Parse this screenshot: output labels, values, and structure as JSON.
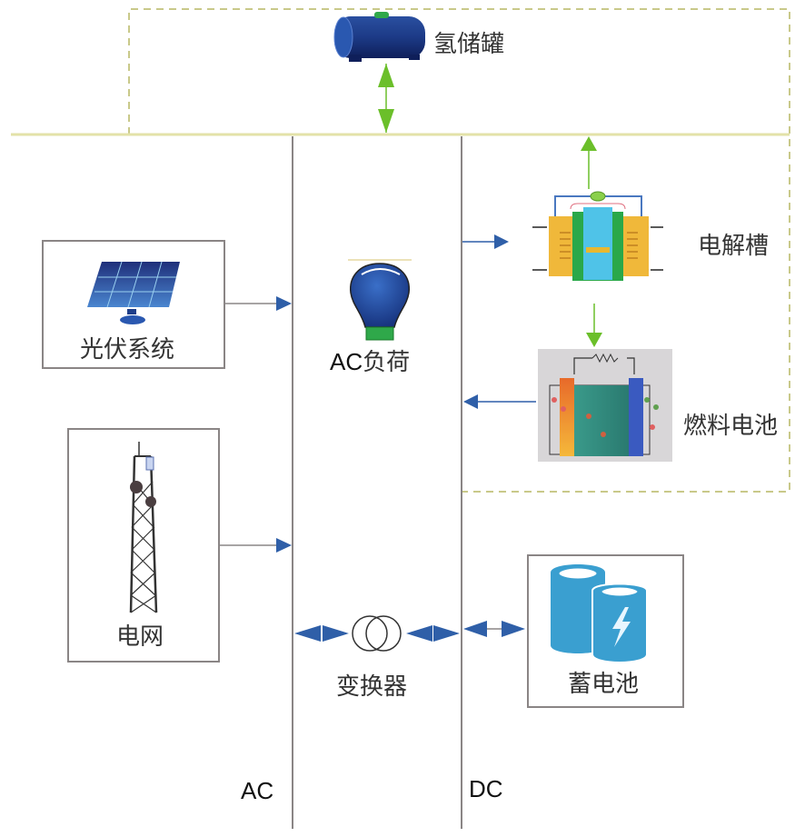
{
  "title": "风光储氢微电网系统结构",
  "colors": {
    "bus_line": "#8a8585",
    "hydrogen_line": "#e3e2a8",
    "hydrogen_dash": "#c9c98a",
    "green_arrow": "#6bbf2a",
    "blue_arrow": "#2f5fa8",
    "tank_blue": "#1f3f8a",
    "battery_blue": "#3a9fd0",
    "electrolyzer_orange": "#f0b83a",
    "electrolyzer_green": "#2aa84a",
    "electrolyzer_cyan": "#4fc3e8"
  },
  "buses": {
    "ac_label": "AC",
    "dc_label": "DC"
  },
  "components": {
    "hydrogen_tank": {
      "label": "氢储罐",
      "icon": "hydrogen-tank-icon"
    },
    "electrolyzer": {
      "label": "电解槽",
      "icon": "electrolyzer-icon"
    },
    "fuel_cell": {
      "label": "燃料电池",
      "icon": "fuel-cell-icon"
    },
    "pv_system": {
      "label": "光伏系统",
      "icon": "solar-panel-icon"
    },
    "ac_load": {
      "label_prefix": "AC",
      "label_suffix": "负荷",
      "icon": "light-bulb-icon"
    },
    "grid": {
      "label": "电网",
      "icon": "transmission-tower-icon"
    },
    "converter": {
      "label": "变换器",
      "icon": "transformer-icon"
    },
    "battery": {
      "label": "蓄电池",
      "icon": "battery-icon"
    }
  },
  "flows": [
    {
      "from": "hydrogen_tank",
      "to": "hydrogen_pipe",
      "direction": "bidirectional",
      "medium": "hydrogen"
    },
    {
      "from": "electrolyzer",
      "to": "hydrogen_pipe",
      "direction": "one-way",
      "medium": "hydrogen"
    },
    {
      "from": "electrolyzer",
      "to": "fuel_cell",
      "direction": "one-way",
      "medium": "hydrogen"
    },
    {
      "from": "dc_bus",
      "to": "electrolyzer",
      "direction": "one-way",
      "medium": "electricity"
    },
    {
      "from": "fuel_cell",
      "to": "dc_bus",
      "direction": "one-way",
      "medium": "electricity"
    },
    {
      "from": "pv_system",
      "to": "ac_bus",
      "direction": "one-way",
      "medium": "electricity"
    },
    {
      "from": "grid",
      "to": "ac_bus",
      "direction": "one-way",
      "medium": "electricity"
    },
    {
      "from": "ac_bus",
      "to": "converter",
      "direction": "bidirectional",
      "medium": "electricity"
    },
    {
      "from": "converter",
      "to": "dc_bus",
      "direction": "bidirectional",
      "medium": "electricity"
    },
    {
      "from": "dc_bus",
      "to": "battery",
      "direction": "bidirectional",
      "medium": "electricity"
    }
  ]
}
